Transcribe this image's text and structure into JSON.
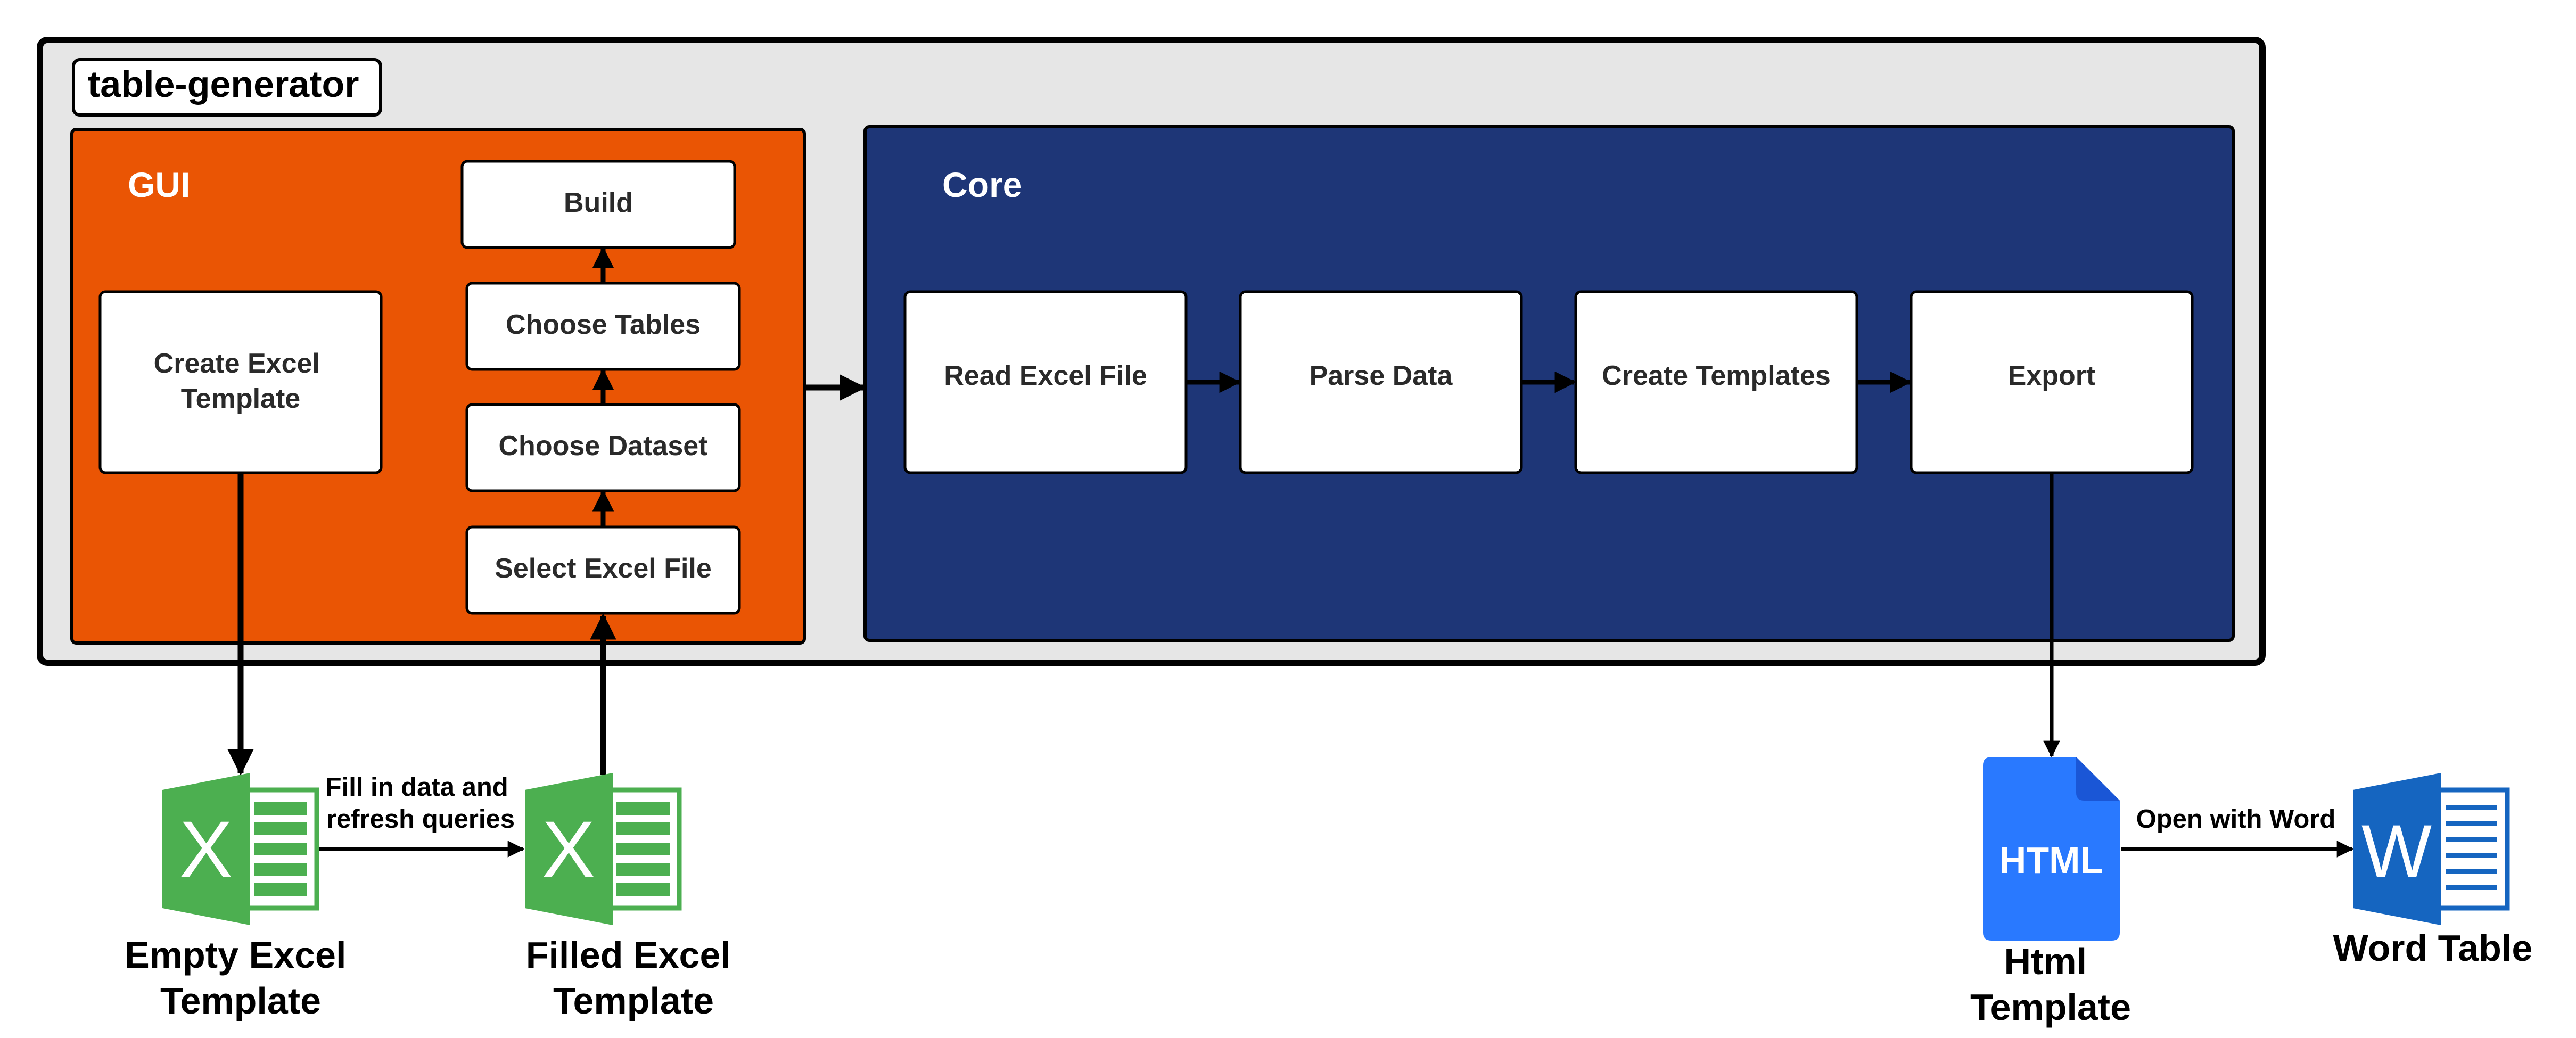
{
  "container": {
    "title": "table-generator"
  },
  "gui": {
    "title": "GUI",
    "create_excel_template": [
      "Create Excel",
      "Template"
    ],
    "build": "Build",
    "choose_tables": "Choose Tables",
    "choose_dataset": "Choose Dataset",
    "select_excel_file": "Select Excel File"
  },
  "core": {
    "title": "Core",
    "read_excel_file": "Read Excel File",
    "parse_data": "Parse Data",
    "create_templates": "Create Templates",
    "export": "Export"
  },
  "artifacts": {
    "empty_excel": [
      "Empty Excel",
      "Template"
    ],
    "filled_excel": [
      "Filled Excel",
      "Template"
    ],
    "html_template": [
      "Html",
      "Template"
    ],
    "html_badge": "HTML",
    "word_table": "Word Table",
    "excel_glyph": "X",
    "word_glyph": "W"
  },
  "edges": {
    "fill_in": [
      "Fill in data and",
      "refresh queries"
    ],
    "open_with_word": "Open with Word"
  },
  "colors": {
    "container_fill": "#e6e6e6",
    "gui_fill": "#ea5504",
    "core_fill": "#1e3677",
    "excel_green": "#4caf50",
    "html_blue": "#2979ff",
    "word_blue": "#1565c0"
  },
  "icons": {
    "excel": "excel-file-icon",
    "html": "html-file-icon",
    "word": "word-file-icon"
  }
}
